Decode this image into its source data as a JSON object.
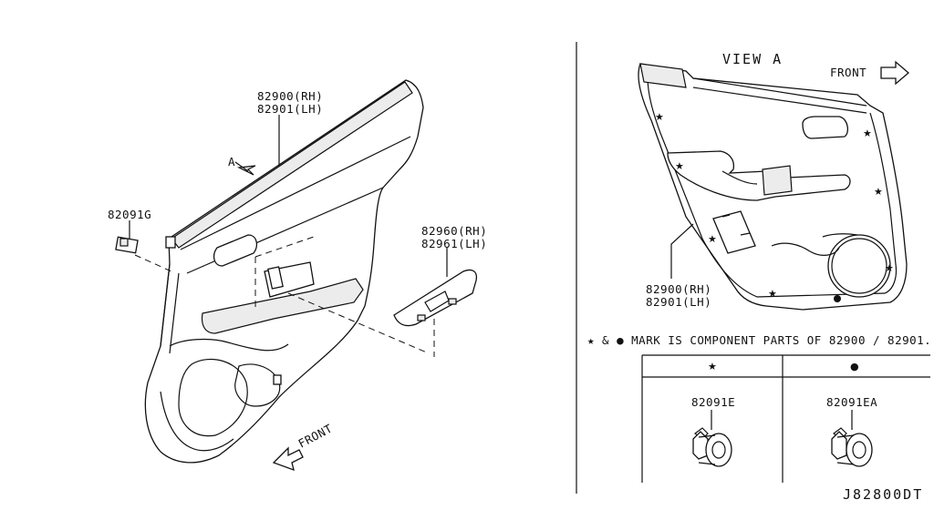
{
  "left_view": {
    "trim_part_rh": "82900(RH)",
    "trim_part_lh": "82901(LH)",
    "clip_part": "82091G",
    "switch_part_rh": "82960(RH)",
    "switch_part_lh": "82961(LH)",
    "view_marker": "A",
    "front_label": "FRONT"
  },
  "right_view": {
    "view_title": "VIEW A",
    "front_label": "FRONT",
    "trim_part_rh": "82900(RH)",
    "trim_part_lh": "82901(LH)"
  },
  "legend": {
    "note": "★ & ● MARK IS COMPONENT PARTS OF 82900 / 82901.",
    "star_symbol": "★",
    "dot_symbol": "●",
    "star_part": "82091E",
    "dot_part": "82091EA"
  },
  "diagram_code": "J82800DT",
  "icons": [
    "star-mark-icon",
    "dot-mark-icon",
    "front-arrow-icon",
    "clip-icon"
  ]
}
